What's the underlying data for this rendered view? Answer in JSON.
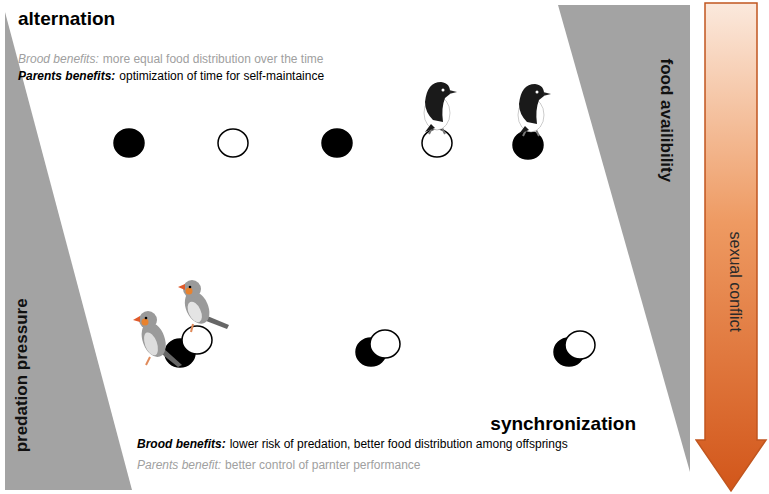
{
  "diagram": {
    "nodes": [
      {
        "text": [
          "predation pressure"
        ]
      },
      {
        "text": [
          "food availibility"
        ]
      },
      {
        "text": [
          "sexual conflict"
        ]
      }
    ],
    "labels": [
      "alternation",
      "Brood benefits:",
      "more equal food distribution over the time",
      "Parents benefits:",
      "optimization of time for self-maintaince",
      "synchronization",
      "Brood benefits:",
      "lower risk of predation, better food distribution among offsprings",
      "Parents benefit:",
      "better control of parnter performance"
    ]
  }
}
